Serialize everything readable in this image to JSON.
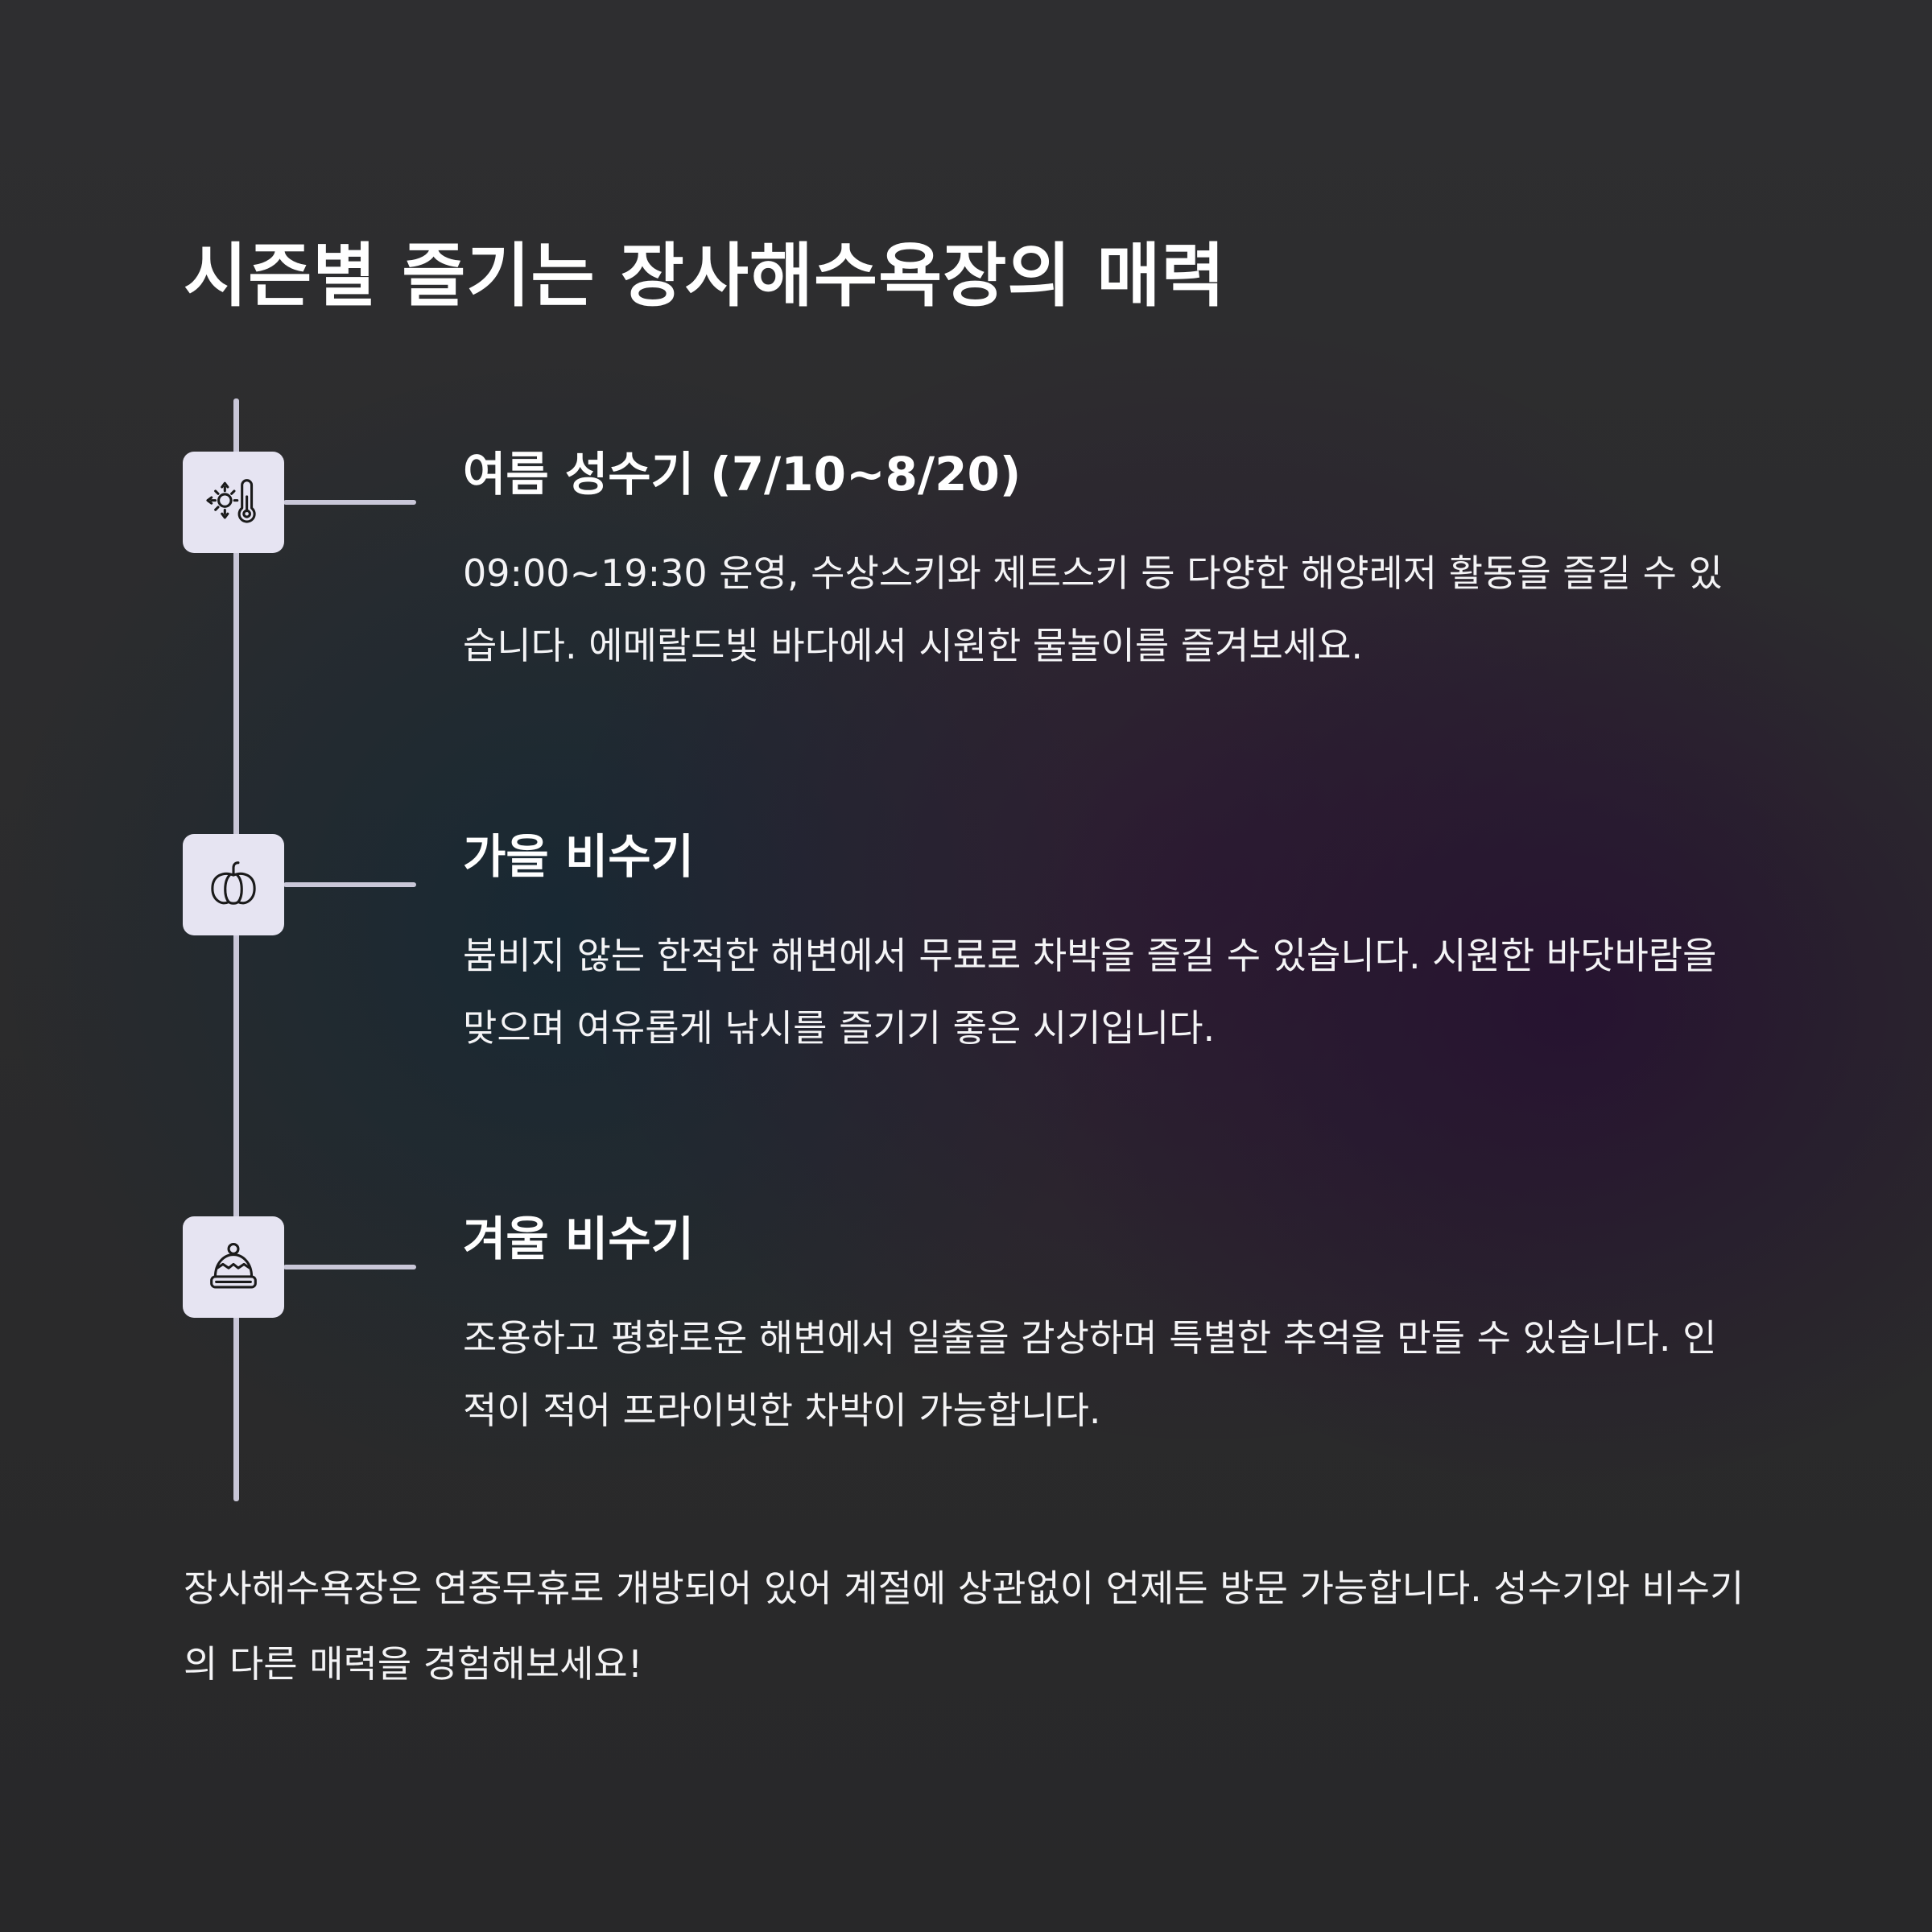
{
  "title": "시즌별 즐기는 장사해수욕장의 매력",
  "seasons": [
    {
      "icon": "sun-thermometer-icon",
      "title": "여름 성수기 (7/10~8/20)",
      "description": "09:00~19:30 운영, 수상스키와 제트스키 등 다양한 해양레저 활동을 즐길 수 있습니다. 에메랄드빛 바다에서 시원한 물놀이를 즐겨보세요."
    },
    {
      "icon": "pumpkin-icon",
      "title": "가을 비수기",
      "description": "붐비지 않는 한적한 해변에서 무료로 차박을 즐길 수 있습니다. 시원한 바닷바람을 맞으며 여유롭게 낚시를 즐기기 좋은 시기입니다."
    },
    {
      "icon": "winter-hat-icon",
      "title": "겨울 비수기",
      "description": "조용하고 평화로운 해변에서 일출을 감상하며 특별한 추억을 만들 수 있습니다. 인적이 적어 프라이빗한 차박이 가능합니다."
    }
  ],
  "footer": "장사해수욕장은 연중무휴로 개방되어 있어 계절에 상관없이 언제든 방문 가능합니다. 성수기와 비수기의 다른 매력을 경험해보세요!",
  "colors": {
    "timeline": "#c9c7d8",
    "icon_background": "#e6e4f2",
    "text": "#ffffff"
  }
}
